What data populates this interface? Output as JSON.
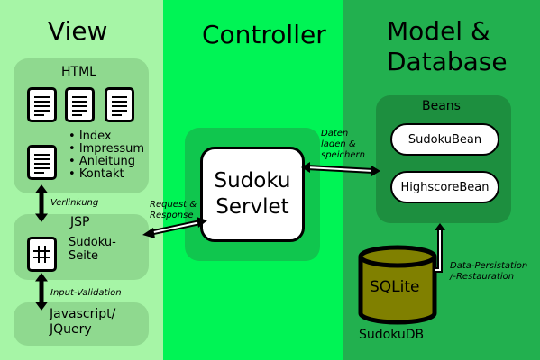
{
  "columns": {
    "view": {
      "title": "View",
      "color": "#a6f5a6"
    },
    "controller": {
      "title": "Controller",
      "color": "#00f455"
    },
    "model": {
      "title": "Model &\nDatabase",
      "color": "#22b04f"
    }
  },
  "view": {
    "html_group": {
      "title": "HTML",
      "nav_items": [
        "Index",
        "Impressum",
        "Anleitung",
        "Kontakt"
      ]
    },
    "jsp_group": {
      "title": "JSP",
      "page_label": "Sudoku-\nSeite"
    },
    "js_group": {
      "title": "Javascript/\nJQuery"
    },
    "link_html_jsp": "Verlinkung",
    "link_jsp_js": "Input-Validation"
  },
  "controller": {
    "servlet_label": "Sudoku\nServlet",
    "request_label": "Request &\nResponse"
  },
  "model": {
    "beans_group": {
      "title": "Beans",
      "beans": [
        "SudokuBean",
        "HighscoreBean"
      ]
    },
    "db_label": "SQLite",
    "db_name": "SudokuDB",
    "load_label": "Daten\nladen &\nspeichern",
    "persist_label": "Data-Persistation\n/-Restauration"
  },
  "colors": {
    "group_view": "#8fd98f",
    "group_controller": "#10c64e",
    "group_model": "#1d8f3f",
    "db_fill": "#808000"
  }
}
